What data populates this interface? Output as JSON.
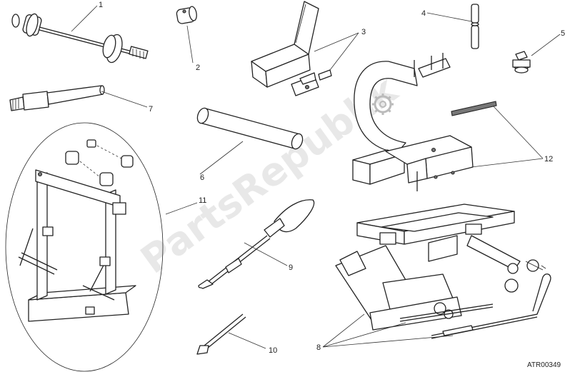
{
  "diagram": {
    "callouts": [
      {
        "id": "1",
        "label": "1"
      },
      {
        "id": "2",
        "label": "2"
      },
      {
        "id": "3",
        "label": "3"
      },
      {
        "id": "4",
        "label": "4"
      },
      {
        "id": "5",
        "label": "5"
      },
      {
        "id": "6",
        "label": "6"
      },
      {
        "id": "7",
        "label": "7"
      },
      {
        "id": "8",
        "label": "8"
      },
      {
        "id": "9",
        "label": "9"
      },
      {
        "id": "10",
        "label": "10"
      },
      {
        "id": "11",
        "label": "11"
      },
      {
        "id": "12",
        "label": "12"
      }
    ],
    "reference_code": "ATR00349",
    "watermark": "PartsRepublik",
    "colors": {
      "line": "#222222",
      "watermark": "#d6d6d6",
      "background": "#ffffff"
    }
  }
}
